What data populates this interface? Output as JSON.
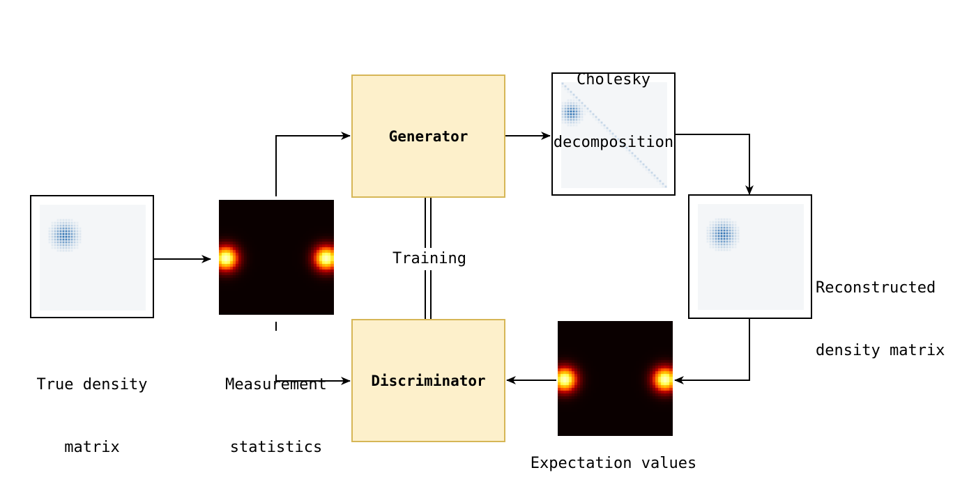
{
  "nodes": {
    "generator": {
      "label": "Generator"
    },
    "discriminator": {
      "label": "Discriminator"
    }
  },
  "labels": {
    "true_density": [
      "True density",
      "matrix"
    ],
    "measurement": [
      "Measurement",
      "statistics"
    ],
    "cholesky": [
      "Cholesky",
      "decomposition"
    ],
    "reconstructed": [
      "Reconstructed",
      "density matrix"
    ],
    "expectation": "Expectation values",
    "training": "Training"
  },
  "colors": {
    "box_fill": "#fdf0cb",
    "box_border": "#d6b656",
    "matrix_bg": "#f4f6f8",
    "matrix_dot": "#2b6fb2",
    "line": "#000000"
  }
}
